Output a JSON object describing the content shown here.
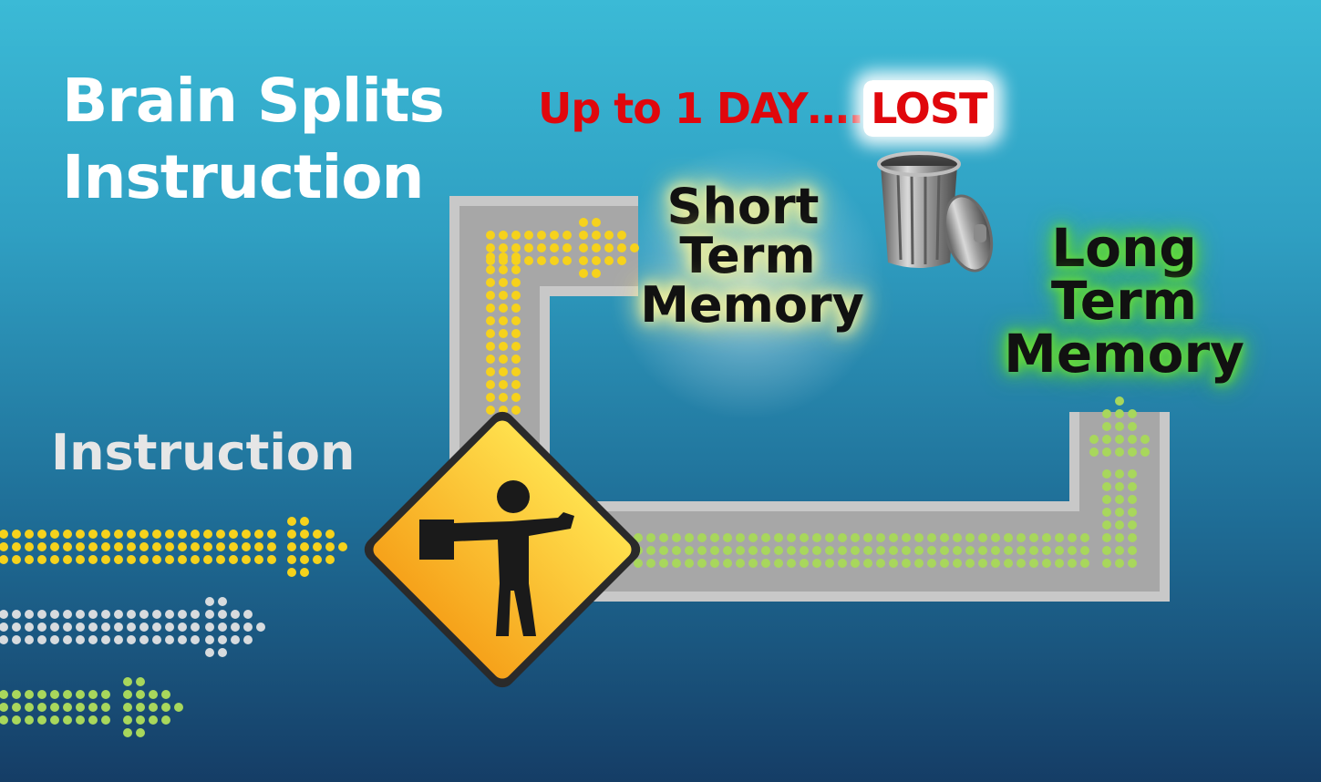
{
  "title": {
    "line1": "Brain Splits",
    "line2": "Instruction"
  },
  "instruction_label": "Instruction",
  "lost": {
    "prefix": "Up to 1 DAY….",
    "word": "LOST"
  },
  "short_term_memory": [
    "Short",
    "Term",
    "Memory"
  ],
  "long_term_memory": [
    "Long",
    "Term",
    "Memory"
  ],
  "colors": {
    "yellow_dots": "#f6d21c",
    "green_dots": "#a8d75c",
    "white_dots": "#d7dbde",
    "road": "#a9a9a9",
    "sign": "#f8c41a",
    "lost_text": "#e0070c"
  },
  "icons": [
    "flagman-warning-sign-icon",
    "trash-can-icon"
  ]
}
